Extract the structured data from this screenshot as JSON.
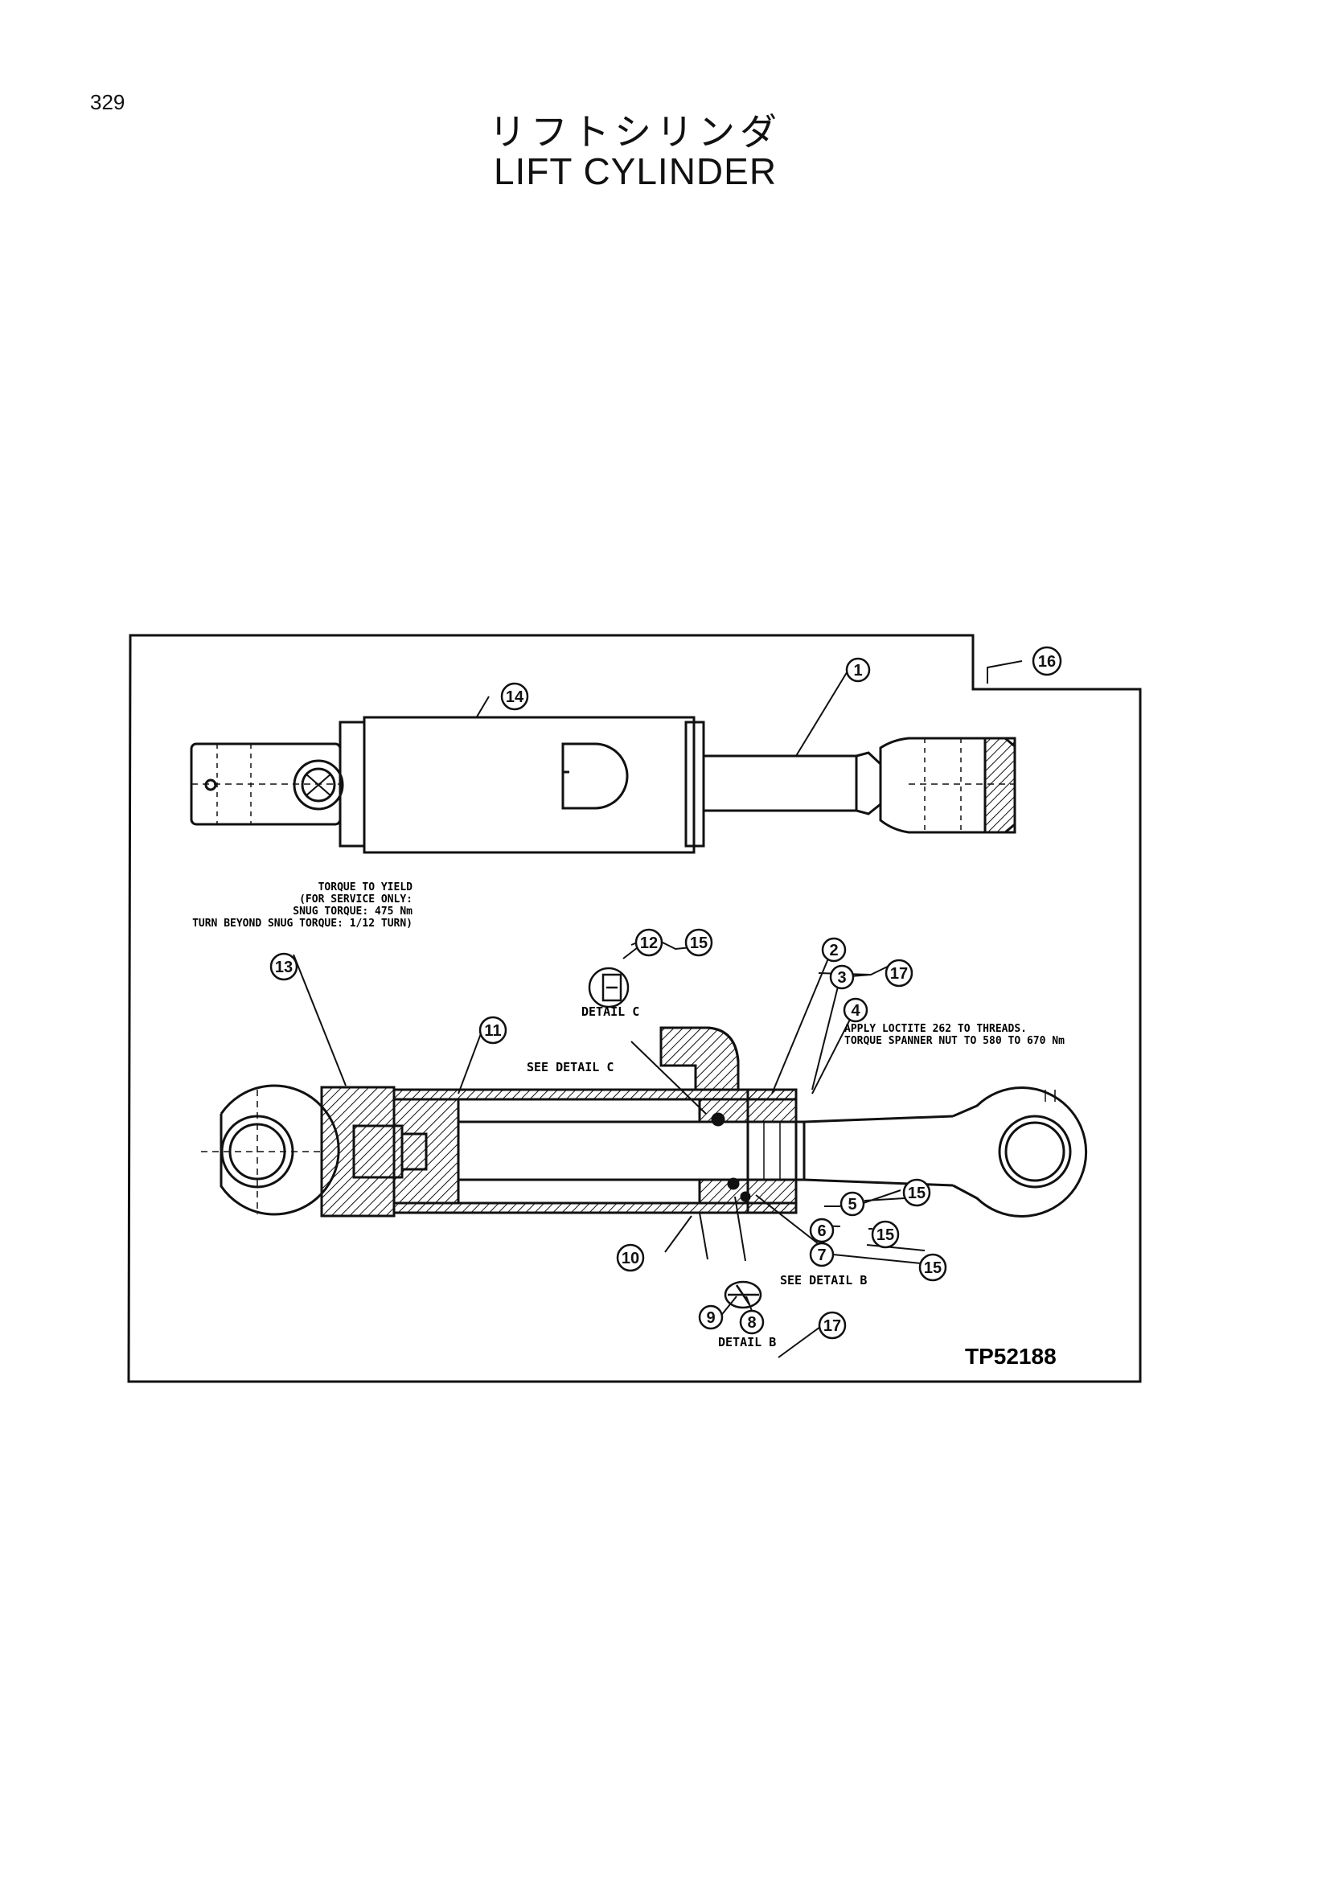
{
  "page_number": "329",
  "title_jp": "リフトシリンダ",
  "title_en": "LIFT CYLINDER",
  "diagram_ref": "TP52188",
  "notes": {
    "torque_line1": "TORQUE TO YIELD",
    "torque_line2": "(FOR SERVICE ONLY:",
    "torque_line3": "SNUG TORQUE: 475 Nm",
    "torque_line4": "TURN BEYOND SNUG TORQUE: 1/12 TURN)",
    "loctite_line1": "APPLY LOCTITE 262 TO THREADS.",
    "loctite_line2": "TORQUE SPANNER NUT TO 580 TO 670 Nm",
    "see_detail_c": "SEE DETAIL C",
    "see_detail_b": "SEE DETAIL B",
    "detail_c": "DETAIL C",
    "detail_b": "DETAIL B"
  },
  "balloons": [
    "1",
    "2",
    "3",
    "4",
    "5",
    "6",
    "7",
    "8",
    "9",
    "10",
    "11",
    "12",
    "13",
    "14",
    "15",
    "16",
    "17"
  ]
}
